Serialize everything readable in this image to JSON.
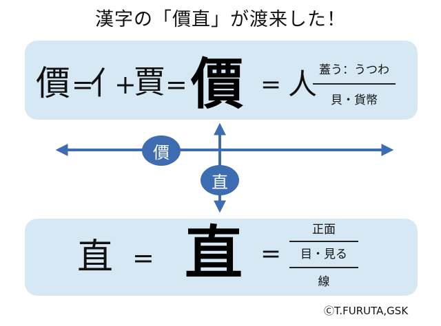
{
  "title": "漢字の「價直」が渡来した！",
  "top_row": {
    "char": "價",
    "eq1": "=",
    "radical1": "亻",
    "plus": "+",
    "component2": "賈",
    "eq2": "=",
    "seal_char": "價",
    "eq3": "=",
    "result_char": "人",
    "numerator": "蓋う：うつわ",
    "denominator": "貝・貨幣"
  },
  "axis_labels": {
    "horizontal": "價",
    "vertical": "直"
  },
  "bottom_row": {
    "char": "直",
    "eq1": "=",
    "seal_char": "直",
    "eq2": "=",
    "line1": "正面",
    "line2": "目・見る",
    "line3": "線"
  },
  "copyright": "ⒸT.FURUTA,GSK",
  "colors": {
    "panel": "#d6e8f4",
    "arrow": "#3d6cb0"
  }
}
